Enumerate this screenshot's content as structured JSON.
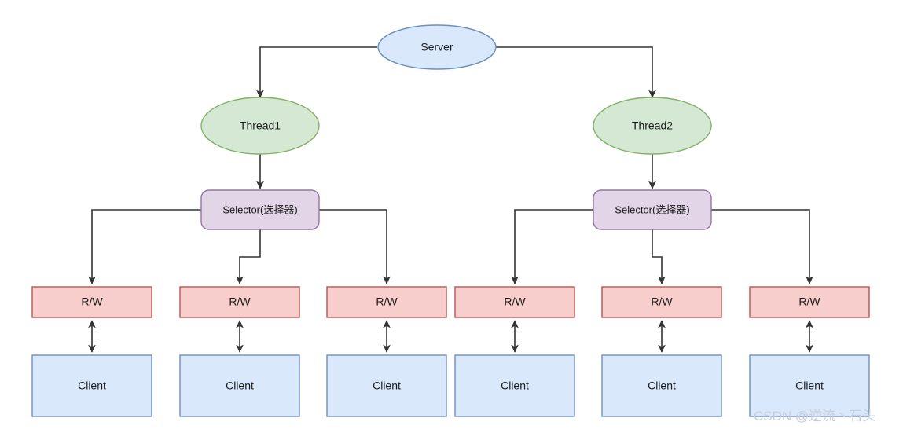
{
  "diagram": {
    "title": "NIO multi-thread Server / Selector / Client architecture",
    "colors": {
      "server_fill": "#dae8fc",
      "server_stroke": "#6c8ebf",
      "thread_fill": "#d5e8d4",
      "thread_stroke": "#82b366",
      "selector_fill": "#e1d5e7",
      "selector_stroke": "#9673a6",
      "rw_fill": "#f8cecc",
      "rw_stroke": "#b85450",
      "client_fill": "#dae8fc",
      "client_stroke": "#6c8ebf",
      "edge_stroke": "#333333",
      "watermark": "#c6cfdc",
      "background": "#ffffff"
    },
    "nodes": {
      "server": {
        "label": "Server",
        "shape": "ellipse"
      },
      "threads": [
        {
          "label": "Thread1",
          "shape": "ellipse"
        },
        {
          "label": "Thread2",
          "shape": "ellipse"
        }
      ],
      "selectors": [
        {
          "label": "Selector(选择器)",
          "shape": "rounded-rect"
        },
        {
          "label": "Selector(选择器)",
          "shape": "rounded-rect"
        }
      ],
      "rw_boxes": [
        {
          "label": "R/W",
          "shape": "rect"
        },
        {
          "label": "R/W",
          "shape": "rect"
        },
        {
          "label": "R/W",
          "shape": "rect"
        },
        {
          "label": "R/W",
          "shape": "rect"
        },
        {
          "label": "R/W",
          "shape": "rect"
        },
        {
          "label": "R/W",
          "shape": "rect"
        }
      ],
      "clients": [
        {
          "label": "Client",
          "shape": "rect"
        },
        {
          "label": "Client",
          "shape": "rect"
        },
        {
          "label": "Client",
          "shape": "rect"
        },
        {
          "label": "Client",
          "shape": "rect"
        },
        {
          "label": "Client",
          "shape": "rect"
        },
        {
          "label": "Client",
          "shape": "rect"
        }
      ]
    },
    "edges": [
      {
        "from": "server",
        "to": "thread1",
        "arrow": "single"
      },
      {
        "from": "server",
        "to": "thread2",
        "arrow": "single"
      },
      {
        "from": "thread1",
        "to": "selector1",
        "arrow": "single"
      },
      {
        "from": "thread2",
        "to": "selector2",
        "arrow": "single"
      },
      {
        "from": "selector1",
        "to": "rw1",
        "arrow": "single"
      },
      {
        "from": "selector1",
        "to": "rw2",
        "arrow": "single"
      },
      {
        "from": "selector1",
        "to": "rw3",
        "arrow": "single"
      },
      {
        "from": "selector2",
        "to": "rw4",
        "arrow": "single"
      },
      {
        "from": "selector2",
        "to": "rw5",
        "arrow": "single"
      },
      {
        "from": "selector2",
        "to": "rw6",
        "arrow": "single"
      },
      {
        "from": "rw1",
        "to": "client1",
        "arrow": "double"
      },
      {
        "from": "rw2",
        "to": "client2",
        "arrow": "double"
      },
      {
        "from": "rw3",
        "to": "client3",
        "arrow": "double"
      },
      {
        "from": "rw4",
        "to": "client4",
        "arrow": "double"
      },
      {
        "from": "rw5",
        "to": "client5",
        "arrow": "double"
      },
      {
        "from": "rw6",
        "to": "client6",
        "arrow": "double"
      }
    ],
    "watermark": "CSDN @逆流丶石头"
  }
}
